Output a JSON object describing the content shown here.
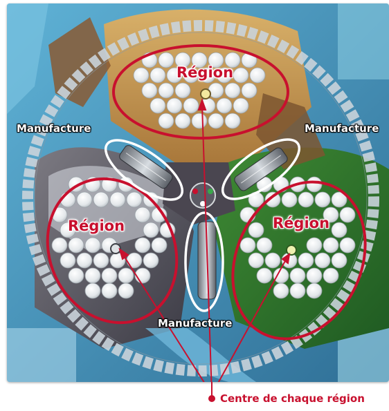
{
  "regions": [
    {
      "label": "Région"
    },
    {
      "label": "Région"
    },
    {
      "label": "Région"
    }
  ],
  "manufactures": [
    {
      "label": "Manufacture"
    },
    {
      "label": "Manufacture"
    },
    {
      "label": "Manufacture"
    }
  ],
  "caption": "Centre de chaque région",
  "colors": {
    "annotation_red": "#c8102e",
    "annotation_white": "#ffffff",
    "token_white": "#e9ecee"
  }
}
